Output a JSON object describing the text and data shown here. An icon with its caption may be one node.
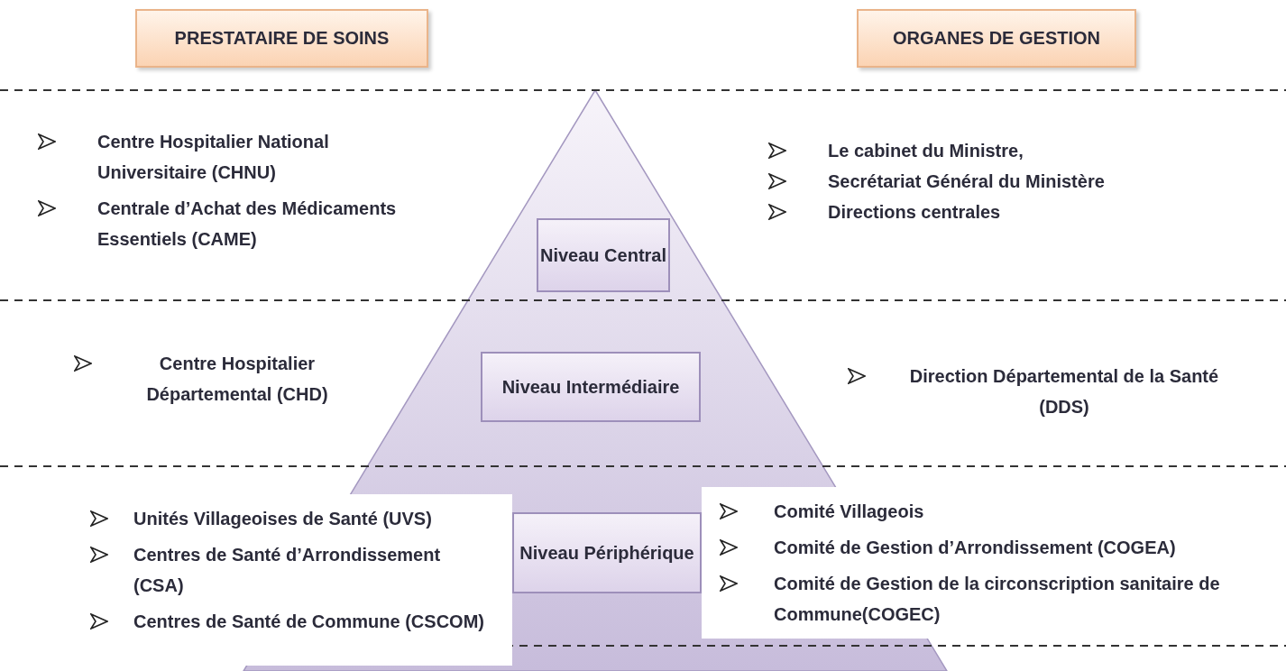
{
  "diagram": {
    "nodes": [
      {
        "text": [
          "PRESTATAIRE DE SOINS"
        ]
      },
      {
        "text": [
          "ORGANES DE GESTION"
        ]
      },
      {
        "text": [
          "Niveau Central"
        ]
      },
      {
        "text": [
          "Niveau Intermédiaire"
        ]
      },
      {
        "text": [
          "Niveau Périphérique"
        ]
      },
      {
        "text": [
          "Unités Villageoises de Santé (UVS)",
          "Centres de Santé d’Arrondissement (CSA)",
          "Centres de Santé de Commune (CSCOM)"
        ]
      },
      {
        "text": [
          "Comité Villageois",
          "Comité de Gestion d’Arrondissement (COGEA)",
          "Comité de Gestion de la circonscription sanitaire de Commune(COGEC)"
        ]
      }
    ],
    "labels": [
      "Centre Hospitalier National Universitaire (CHNU)",
      "Centrale d’Achat des Médicaments Essentiels (CAME)",
      "Le cabinet du Ministre,",
      "Secrétariat Général du Ministère",
      "Directions centrales",
      "Centre Hospitalier Départemental (CHD)",
      "Direction Départemental de la Santé (DDS)"
    ]
  }
}
